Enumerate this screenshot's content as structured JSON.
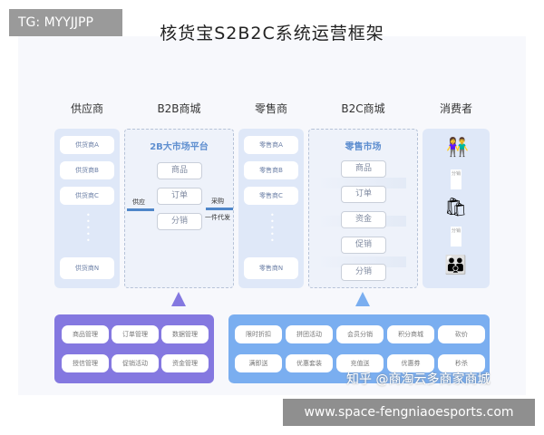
{
  "overlay_label": "TG: MYYJJPP",
  "title": "核货宝S2B2C系统运营框架",
  "headers": [
    "供应商",
    "B2B商城",
    "零售商",
    "B2C商城",
    "消费者"
  ],
  "suppliers": [
    "供货商A",
    "供货商B",
    "供货商C",
    "供货商N"
  ],
  "retailers": [
    "零售商A",
    "零售商B",
    "零售商C",
    "零售商N"
  ],
  "b2b": {
    "title": "2B大市场平台",
    "items": [
      "商品",
      "订单",
      "分销"
    ],
    "left_label": "供应",
    "right_label1": "采购",
    "right_label2": "一件代发"
  },
  "b2c": {
    "title": "零售市场",
    "items": [
      "商品",
      "订单",
      "资金",
      "促销",
      "分销"
    ]
  },
  "consumers": {
    "arrow_label": "分销"
  },
  "bottom_left": [
    "商品管理",
    "订单管理",
    "数据管理",
    "授信管理",
    "促销活动",
    "资金管理"
  ],
  "bottom_right": [
    "限时折扣",
    "拼团活动",
    "会员分销",
    "积分商城",
    "砍价",
    "满即送",
    "优惠套装",
    "充值送",
    "优惠券",
    "秒杀"
  ],
  "watermark": "知乎 @商淘云多商家商城",
  "url_banner": "www.space-fengniaoesports.com",
  "colors": {
    "purple": "#8478e0",
    "blue": "#7aaef0",
    "accent": "#4f86c9"
  }
}
